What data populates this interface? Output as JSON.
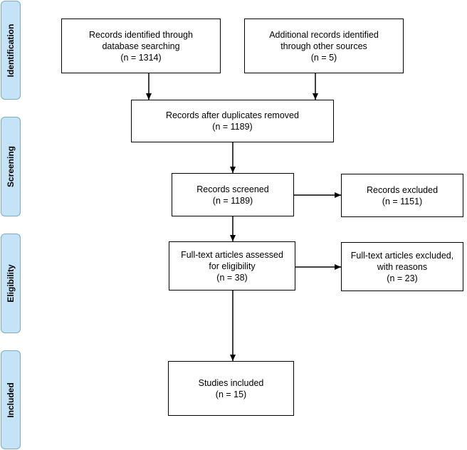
{
  "stages": [
    {
      "id": "identification",
      "label": "Identification"
    },
    {
      "id": "screening",
      "label": "Screening"
    },
    {
      "id": "eligibility",
      "label": "Eligibility"
    },
    {
      "id": "included",
      "label": "Included"
    }
  ],
  "boxes": {
    "db_search": {
      "lines": [
        "Records identified through",
        "database searching",
        "(n =  1314)"
      ]
    },
    "other_sources": {
      "lines": [
        "Additional records identified",
        "through other sources",
        "(n =  5)"
      ]
    },
    "duplicates_removed": {
      "lines": [
        "Records after duplicates removed",
        "(n = 1189)"
      ]
    },
    "screened": {
      "lines": [
        "Records screened",
        "(n = 1189)"
      ]
    },
    "excluded": {
      "lines": [
        "Records excluded",
        "(n = 1151)"
      ]
    },
    "fulltext_assessed": {
      "lines": [
        "Full-text articles assessed",
        "for eligibility",
        "(n =  38)"
      ]
    },
    "fulltext_excluded": {
      "lines": [
        "Full-text articles excluded,",
        "with reasons",
        "(n = 23)"
      ]
    },
    "included": {
      "lines": [
        "Studies included",
        "(n = 15)"
      ]
    }
  }
}
